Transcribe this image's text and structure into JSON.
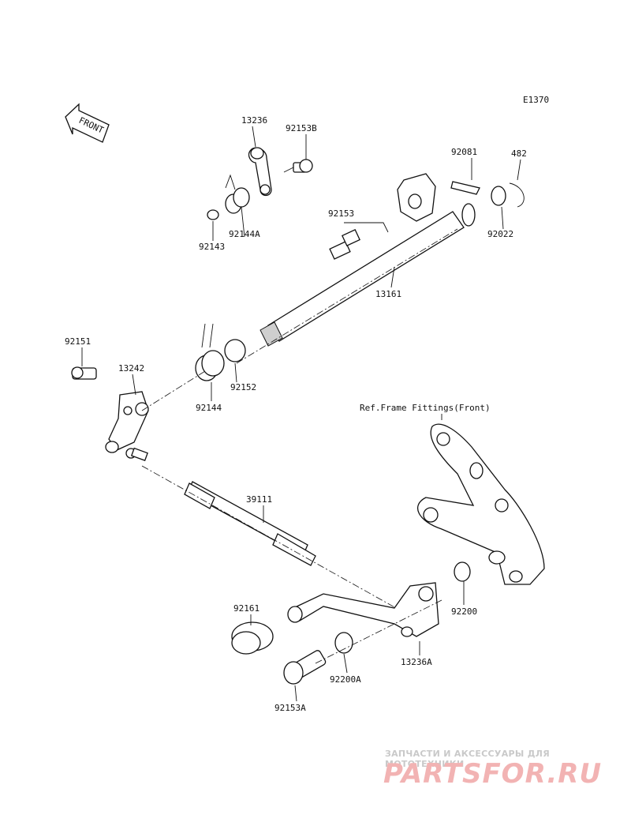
{
  "diagram_code": "E1370",
  "front_arrow_label": "FRONT",
  "reference_note": "Ref.Frame Fittings(Front)",
  "parts": [
    {
      "id": "p13236",
      "number": "13236"
    },
    {
      "id": "p92153B",
      "number": "92153B"
    },
    {
      "id": "p92143",
      "number": "92143"
    },
    {
      "id": "p92144A",
      "number": "92144A"
    },
    {
      "id": "p92081",
      "number": "92081"
    },
    {
      "id": "p482",
      "number": "482"
    },
    {
      "id": "p92153",
      "number": "92153"
    },
    {
      "id": "p92022",
      "number": "92022"
    },
    {
      "id": "p13161",
      "number": "13161"
    },
    {
      "id": "p92151",
      "number": "92151"
    },
    {
      "id": "p13242",
      "number": "13242"
    },
    {
      "id": "p92152",
      "number": "92152"
    },
    {
      "id": "p92144",
      "number": "92144"
    },
    {
      "id": "p39111",
      "number": "39111"
    },
    {
      "id": "p92200",
      "number": "92200"
    },
    {
      "id": "p92161",
      "number": "92161"
    },
    {
      "id": "p13236A",
      "number": "13236A"
    },
    {
      "id": "p92200A",
      "number": "92200A"
    },
    {
      "id": "p92153A",
      "number": "92153A"
    }
  ],
  "watermark": {
    "tagline": "ЗАПЧАСТИ И АКСЕССУАРЫ ДЛЯ МОТОТЕХНИКИ",
    "logo": "PARTSFOR.RU"
  }
}
